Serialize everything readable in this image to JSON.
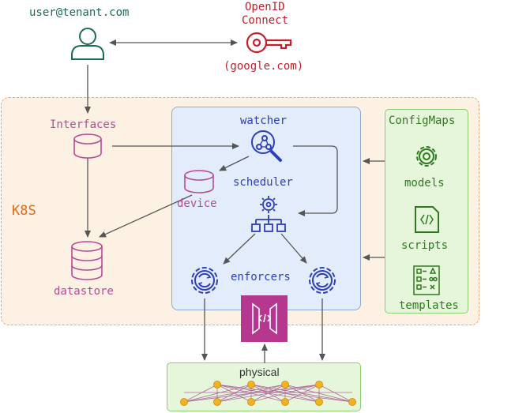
{
  "user": {
    "label": "user@tenant.com",
    "color": "#1e6b55"
  },
  "oidc": {
    "line1": "OpenID",
    "line2": "Connect",
    "provider": "(google.com)",
    "color": "#c0202c"
  },
  "k8s": {
    "label": "K8S",
    "color": "#e06a1b"
  },
  "interfaces": {
    "label": "Interfaces",
    "color": "#b84a95"
  },
  "device": {
    "label": "device",
    "color": "#b84a95"
  },
  "datastore": {
    "label": "datastore",
    "color": "#b84a95"
  },
  "core": {
    "watcher": "watcher",
    "scheduler": "scheduler",
    "enforcers": "enforcers",
    "color": "#2b3fb8"
  },
  "configmaps": {
    "title": "ConfigMaps",
    "models": "models",
    "scripts": "scripts",
    "templates": "templates",
    "color": "#2e7a1e"
  },
  "physical": {
    "label": "physical",
    "color": "#333333"
  },
  "colors": {
    "arrow": "#555555",
    "firewall": "#b5378f",
    "node": "#f2b320",
    "mesh": "#b06aa0"
  }
}
